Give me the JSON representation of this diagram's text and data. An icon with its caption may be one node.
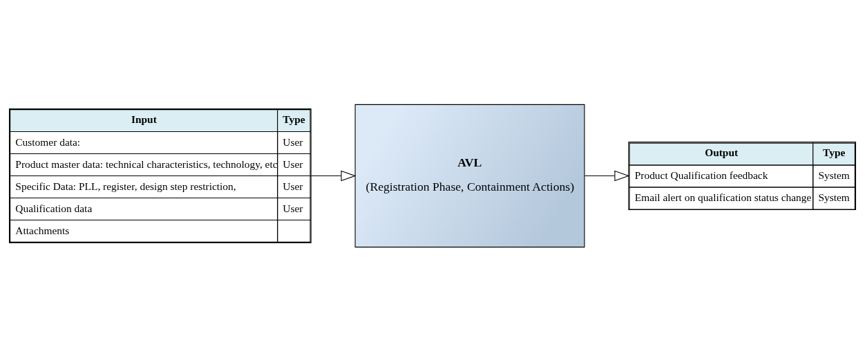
{
  "diagram": {
    "nodes": [
      {
        "text": [
          "Input",
          "Type",
          "Customer data:",
          "User",
          "Product master data: technical characteristics, technology, etc",
          "User",
          "Specific Data: PLL, register, design step restriction,",
          "User",
          "Qualification data",
          "User",
          "Attachments"
        ]
      },
      {
        "text": [
          "AVL",
          "(Registration Phase, Containment Actions)"
        ]
      },
      {
        "text": [
          "Output",
          "Type",
          "Product Qualification feedback",
          "System",
          "Email alert on qualification status change",
          "System"
        ]
      }
    ],
    "edges": [
      {
        "from": 0,
        "to": 1,
        "arrow": "to"
      },
      {
        "from": 1,
        "to": 2,
        "arrow": "to"
      }
    ]
  }
}
